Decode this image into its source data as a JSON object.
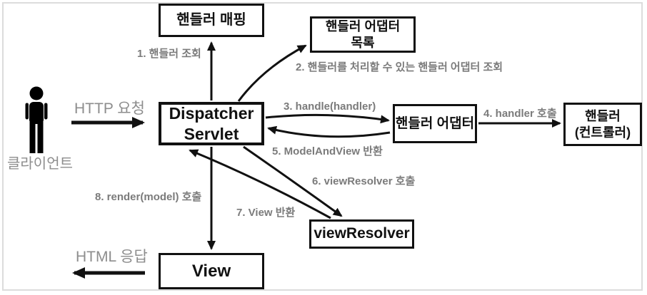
{
  "diagram": {
    "kind": "spring-mvc-dispatcher-servlet-flow",
    "colors": {
      "box_border": "#111111",
      "box_text": "#111111",
      "step_label_text": "#7b7b7b",
      "big_label_text": "#8d8d8d",
      "arrow": "#111111",
      "frame_border": "#dcdcdc",
      "background": "#ffffff"
    },
    "client": {
      "icon": "person-icon",
      "label": "클라이언트"
    },
    "labels": {
      "http_request": "HTTP 요청",
      "html_response": "HTML 응답"
    },
    "boxes": {
      "handler_mapping": {
        "label": "핸들러 매핑"
      },
      "handler_adapter_list": {
        "line1": "핸들러 어댑터",
        "line2": "목록"
      },
      "dispatcher_servlet": {
        "line1": "Dispatcher",
        "line2": "Servlet"
      },
      "handler_adapter": {
        "label": "핸들러 어댑터"
      },
      "handler_controller": {
        "line1": "핸들러",
        "line2": "(컨트롤러)"
      },
      "view_resolver": {
        "label": "viewResolver"
      },
      "view": {
        "label": "View"
      }
    },
    "steps": {
      "step1": "1. 핸들러 조회",
      "step2": "2. 핸들러를 처리할 수 있는 핸들러 어댑터 조회",
      "step3": "3. handle(handler)",
      "step4": "4. handler 호출",
      "step5": "5. ModelAndView 반환",
      "step6": "6. viewResolver 호출",
      "step7": "7. View 반환",
      "step8": "8. render(model) 호출"
    }
  }
}
